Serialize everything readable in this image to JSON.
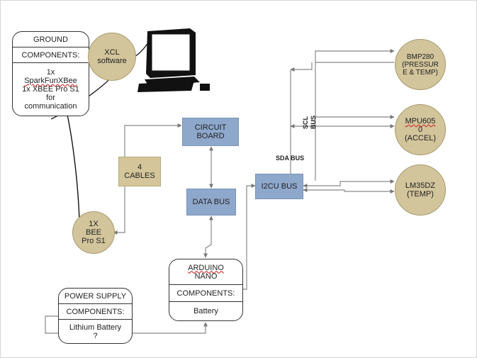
{
  "ground": {
    "title": "GROUND",
    "components_label": "COMPONENTS:",
    "items": [
      "1x",
      "SparkFunXBee",
      "1x XBEE Pro S1",
      "for",
      "communication"
    ]
  },
  "xcl": {
    "line1": "XCL",
    "line2": "software"
  },
  "circuit_board": {
    "line1": "CIRCUIT",
    "line2": "BOARD"
  },
  "cables": {
    "line1": "4",
    "line2": "CABLES"
  },
  "data_bus": {
    "label": "DATA BUS"
  },
  "i2cu_bus": {
    "label": "I2CU BUS"
  },
  "sda_bus": {
    "label": "SDA BUS"
  },
  "scl_bus": {
    "line1": "SCL",
    "line2": "BUS"
  },
  "bee": {
    "line1": "1X",
    "line2": "BEE",
    "line3": "Pro S1"
  },
  "arduino": {
    "title_line1": "ARDUINO",
    "title_line2": "NANO",
    "components_label": "COMPONENTS:",
    "item": "Battery"
  },
  "power_supply": {
    "title": "POWER SUPPLY",
    "components_label": "COMPONENTS:",
    "item_line1": "Lithium Battery",
    "item_line2": "?"
  },
  "bmp280": {
    "line1": "BMP280",
    "line2": "(PRESSUR",
    "line3": "E & TEMP)"
  },
  "mpu": {
    "line1": "MPU605",
    "line2": "0",
    "line3": "(ACCEL)"
  },
  "lm35": {
    "line1": "LM35DZ",
    "line2": "(TEMP)"
  },
  "colors": {
    "block_blue": "#8ea8cc",
    "cable_tan": "#d4c69a",
    "sensor_circle": "#d2c49b",
    "wire": "#888888"
  },
  "icons": {
    "computer": "computer-monitor-icon"
  }
}
